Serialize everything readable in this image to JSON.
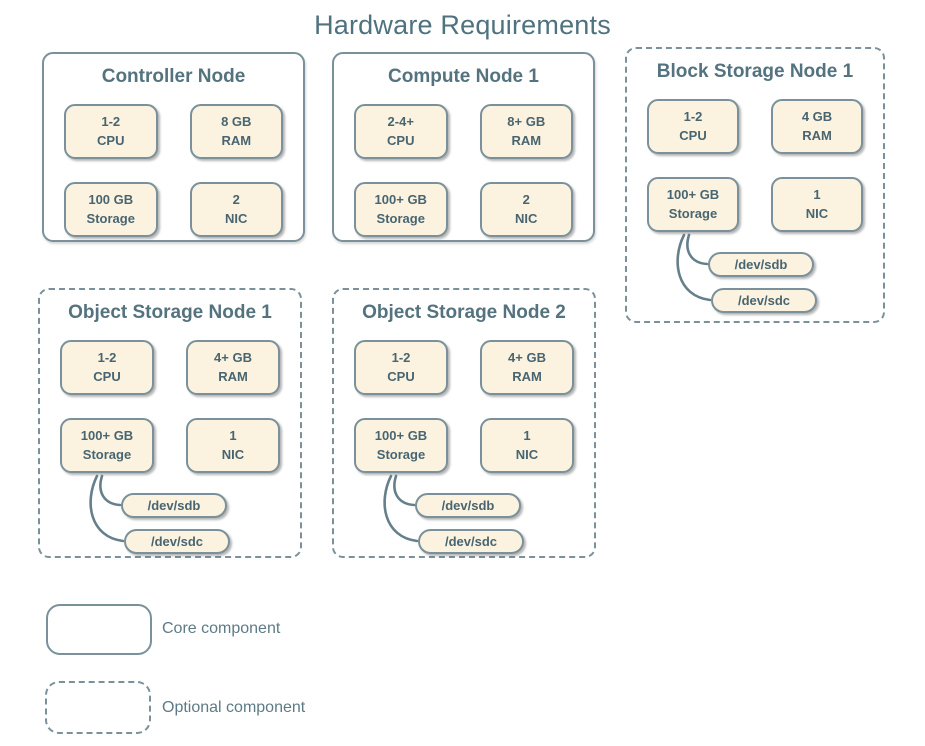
{
  "title": "Hardware Requirements",
  "colors": {
    "component_fill": "#FBF3DF",
    "outline": "#7A919B",
    "component_text": "#486571",
    "heading_text": "#54737F",
    "connector_line": "#657F8B",
    "background": "#FFFFFF"
  },
  "nodes": [
    {
      "title": "Controller Node",
      "type": "core",
      "components": [
        {
          "value": "1-2",
          "unit": "CPU"
        },
        {
          "value": "8 GB",
          "unit": "RAM"
        },
        {
          "value": "100 GB",
          "unit": "Storage"
        },
        {
          "value": "2",
          "unit": "NIC"
        }
      ],
      "disks": []
    },
    {
      "title": "Compute Node 1",
      "type": "core",
      "components": [
        {
          "value": "2-4+",
          "unit": "CPU"
        },
        {
          "value": "8+ GB",
          "unit": "RAM"
        },
        {
          "value": "100+ GB",
          "unit": "Storage"
        },
        {
          "value": "2",
          "unit": "NIC"
        }
      ],
      "disks": []
    },
    {
      "title": "Block Storage Node 1",
      "type": "optional",
      "components": [
        {
          "value": "1-2",
          "unit": "CPU"
        },
        {
          "value": "4 GB",
          "unit": "RAM"
        },
        {
          "value": "100+ GB",
          "unit": "Storage"
        },
        {
          "value": "1",
          "unit": "NIC"
        }
      ],
      "disks": [
        "/dev/sdb",
        "/dev/sdc"
      ]
    },
    {
      "title": "Object Storage Node 1",
      "type": "optional",
      "components": [
        {
          "value": "1-2",
          "unit": "CPU"
        },
        {
          "value": "4+ GB",
          "unit": "RAM"
        },
        {
          "value": "100+ GB",
          "unit": "Storage"
        },
        {
          "value": "1",
          "unit": "NIC"
        }
      ],
      "disks": [
        "/dev/sdb",
        "/dev/sdc"
      ]
    },
    {
      "title": "Object Storage Node 2",
      "type": "optional",
      "components": [
        {
          "value": "1-2",
          "unit": "CPU"
        },
        {
          "value": "4+ GB",
          "unit": "RAM"
        },
        {
          "value": "100+ GB",
          "unit": "Storage"
        },
        {
          "value": "1",
          "unit": "NIC"
        }
      ],
      "disks": [
        "/dev/sdb",
        "/dev/sdc"
      ]
    }
  ],
  "legend": {
    "core": {
      "label": "Core component"
    },
    "optional": {
      "label": "Optional component"
    }
  }
}
